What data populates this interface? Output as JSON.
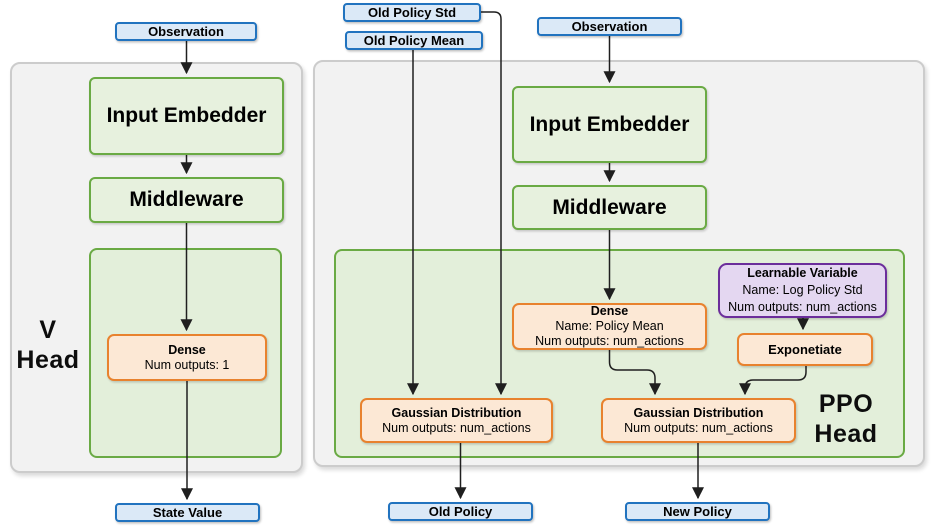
{
  "diagram": {
    "v_head": {
      "title": {
        "line1": "V",
        "line2": "Head"
      },
      "observation": "Observation",
      "input_embedder": "Input Embedder",
      "middleware": "Middleware",
      "dense": {
        "title": "Dense",
        "line2": "Num outputs: 1"
      },
      "state_value": "State Value"
    },
    "ppo_head": {
      "title": {
        "line1": "PPO",
        "line2": "Head"
      },
      "old_policy_std": "Old Policy Std",
      "old_policy_mean": "Old Policy Mean",
      "observation": "Observation",
      "input_embedder": "Input Embedder",
      "middleware": "Middleware",
      "dense": {
        "title": "Dense",
        "line2": "Name: Policy Mean",
        "line3": "Num outputs: num_actions"
      },
      "learnable_variable": {
        "title": "Learnable Variable",
        "line2": "Name: Log Policy Std",
        "line3": "Num outputs: num_actions"
      },
      "exponetiate": "Exponetiate",
      "gaussian_old": {
        "title": "Gaussian Distribution",
        "line2": "Num outputs: num_actions"
      },
      "gaussian_new": {
        "title": "Gaussian Distribution",
        "line2": "Num outputs: num_actions"
      },
      "old_policy": "Old Policy",
      "new_policy": "New Policy"
    },
    "colors": {
      "blue-border": "#2173bf",
      "blue-bg": "#dbe9f7",
      "green-border": "#6aaa44",
      "green-bg": "#e7f1de",
      "green-container-bg": "#e3efda",
      "orange-border": "#e8822e",
      "orange-bg": "#fce8d5",
      "purple-border": "#6b2d9b",
      "purple-bg": "#e4d7f1",
      "panel-bg": "#f2f2f2",
      "panel-border": "#cccccc",
      "line-color": "#1f1f1f"
    }
  }
}
